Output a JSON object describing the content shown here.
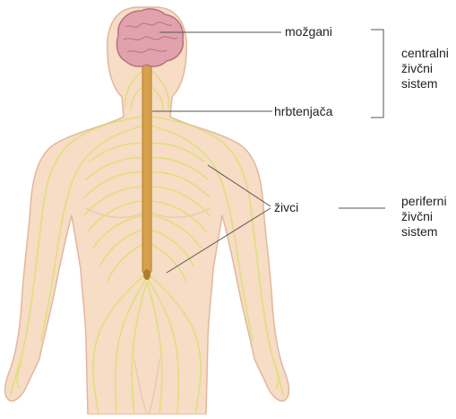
{
  "labels": {
    "brain": "možgani",
    "spinal_cord": "hrbtenjača",
    "nerves": "živci",
    "central_group": [
      "centralni",
      "živčni",
      "sistem"
    ],
    "peripheral_group": [
      "periferni",
      "živčni",
      "sistem"
    ]
  },
  "colors": {
    "skin": "#f7dcc6",
    "skin_outline": "#e2b79c",
    "nerve": "#dfe07a",
    "nerve_dark": "#c9cc52",
    "spinal_cord": "#d9a04c",
    "brain": "#e2a2ad",
    "brain_outline": "#b8707e",
    "leader_line": "#555555"
  },
  "icons": [
    "human-body-figure",
    "brain-icon",
    "spinal-cord-icon",
    "nerve-network-icon"
  ]
}
